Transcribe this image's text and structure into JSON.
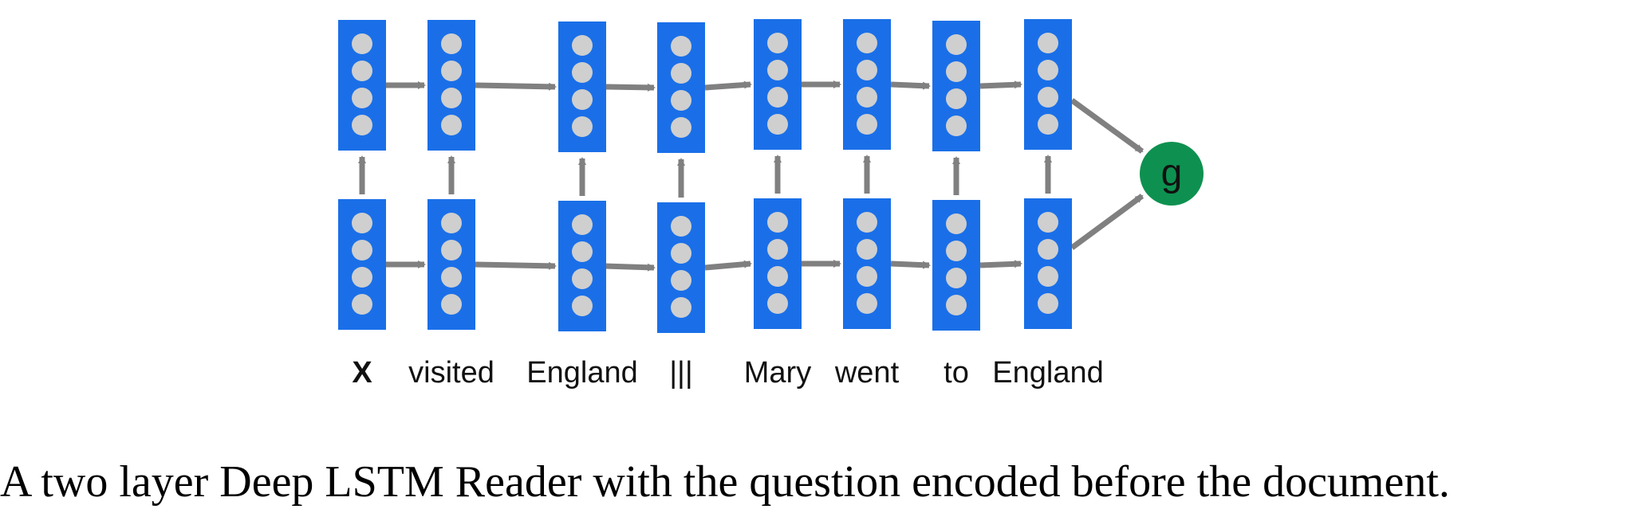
{
  "diagram": {
    "tokens": [
      {
        "text": "X",
        "bold": true
      },
      {
        "text": "visited",
        "bold": false
      },
      {
        "text": "England",
        "bold": false
      },
      {
        "text": "|||",
        "bold": false
      },
      {
        "text": "Mary",
        "bold": false
      },
      {
        "text": "went",
        "bold": false
      },
      {
        "text": "to",
        "bold": false
      },
      {
        "text": "England",
        "bold": false
      }
    ],
    "layers": 2,
    "units_per_cell": 4,
    "output_node_label": "g",
    "colors": {
      "cell": "#1a6fe8",
      "unit": "#cfcfcf",
      "arrow": "#808080",
      "output_node": "#0e9150"
    }
  },
  "caption": "A two layer Deep LSTM Reader with the question encoded before the document."
}
